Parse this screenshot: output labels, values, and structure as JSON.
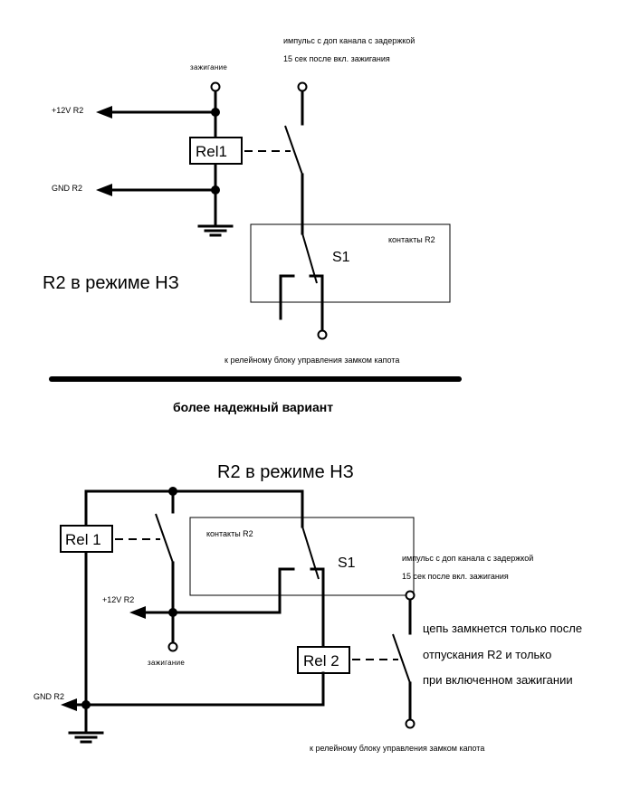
{
  "top_diagram": {
    "ignition_label": "зажигание",
    "pulse_label_line1": "импульс с доп канала с задержкой",
    "pulse_label_line2": "15 сек после вкл. зажигания",
    "plus12_label": "+12V R2",
    "gnd_label": "GND R2",
    "relay1_label": "Rel1",
    "contacts_label": "контакты R2",
    "switch_label": "S1",
    "mode_title": "R2  в режиме НЗ",
    "output_label": "к релейному блоку управления замком капота"
  },
  "divider_heading": "более надежный вариант",
  "bottom_diagram": {
    "mode_title": "R2  в режиме НЗ",
    "relay1_label": "Rel 1",
    "relay2_label": "Rel 2",
    "contacts_label": "контакты R2",
    "switch_label": "S1",
    "plus12_label": "+12V R2",
    "gnd_label": "GND R2",
    "ignition_label": "зажигание",
    "pulse_label_line1": "импульс с доп канала с задержкой",
    "pulse_label_line2": "15 сек после вкл. зажигания",
    "note_lines": [
      "цепь замкнется только после",
      "отпускания R2 и только",
      "при включенном зажигании"
    ],
    "output_label": "к релейному блоку управления замком капота"
  }
}
